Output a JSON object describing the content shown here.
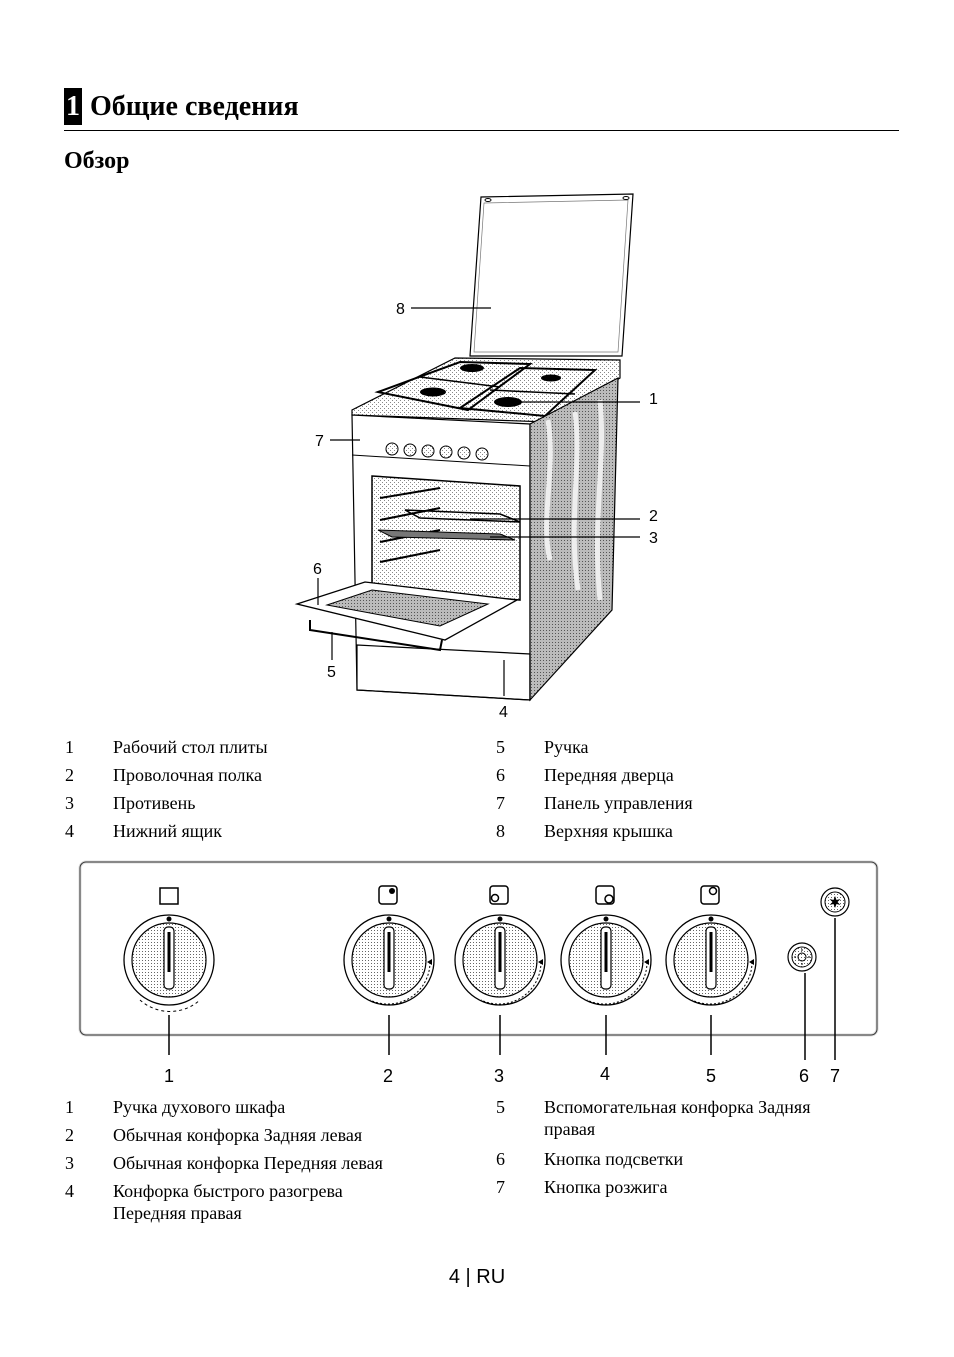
{
  "header": {
    "chapter_number": "1",
    "chapter_title": "Общие сведения"
  },
  "section_title": "Обзор",
  "figure1": {
    "callouts": [
      "1",
      "2",
      "3",
      "4",
      "5",
      "6",
      "7",
      "8"
    ]
  },
  "legend1": {
    "left": [
      {
        "num": "1",
        "text": "Рабочий стол плиты"
      },
      {
        "num": "2",
        "text": "Проволочная полка"
      },
      {
        "num": "3",
        "text": "Противень"
      },
      {
        "num": "4",
        "text": "Нижний ящик"
      }
    ],
    "right": [
      {
        "num": "5",
        "text": "Ручка"
      },
      {
        "num": "6",
        "text": "Передняя дверца"
      },
      {
        "num": "7",
        "text": "Панель управления"
      },
      {
        "num": "8",
        "text": "Верхняя крышка"
      }
    ]
  },
  "figure2": {
    "callouts": [
      "1",
      "2",
      "3",
      "4",
      "5",
      "6",
      "7"
    ]
  },
  "legend2": {
    "left": [
      {
        "num": "1",
        "text": "Ручка духового шкафа"
      },
      {
        "num": "2",
        "text": "Обычная конфорка Задняя левая"
      },
      {
        "num": "3",
        "text": "Обычная конфорка Передняя левая"
      },
      {
        "num": "4",
        "text": "Конфорка быстрого разогрева Передняя правая"
      }
    ],
    "right": [
      {
        "num": "5",
        "text": "Вспомогательная конфорка Задняя правая"
      },
      {
        "num": "6",
        "text": "Кнопка подсветки"
      },
      {
        "num": "7",
        "text": "Кнопка розжига"
      }
    ]
  },
  "footer": {
    "page": "4 | RU"
  }
}
